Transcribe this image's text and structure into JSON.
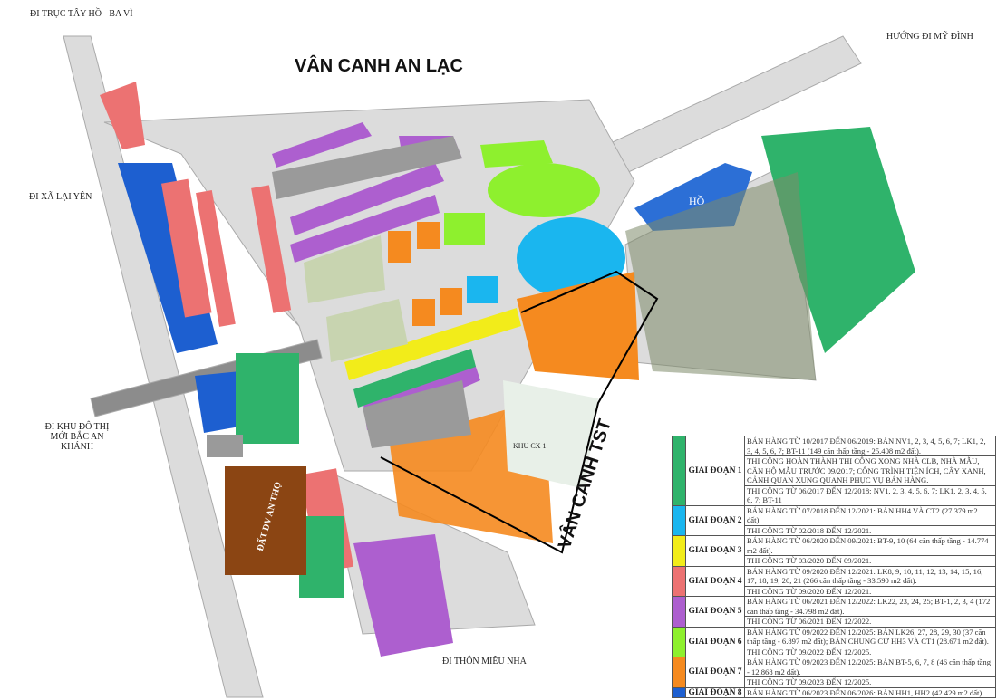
{
  "map_labels": {
    "road_north_west": "ĐI TRỤC TÂY HỒ - BA VÌ",
    "road_north_east": "HƯỚNG ĐI MỸ ĐÌNH",
    "area_north": "VÂN CANH AN LẠC",
    "road_west": "ĐI XÃ LẠI YÊN",
    "road_southwest": "ĐI KHU ĐÔ THỊ MỚI BẮC AN KHÁNH",
    "area_south": "VÂN CANH TST",
    "service_land": "ĐẤT DV AN THỌ",
    "road_south": "ĐI THÔN MIÊU NHA",
    "lake": "HỒ",
    "park": "KHU CX 1"
  },
  "colors": {
    "phase1": "#2fb36b",
    "phase2": "#1ab6ef",
    "phase3": "#f2ec1a",
    "phase4": "#ec7272",
    "phase5": "#ad5fcf",
    "phase6": "#8ef02e",
    "phase7": "#f58a1f",
    "phase8": "#1d5fd0",
    "road": "#d9d9d9",
    "grey_block": "#8a8a8a",
    "service": "#8b4513"
  },
  "legend": [
    {
      "phase": "GIAI ĐOẠN 1",
      "color": "#2fb36b",
      "rows": [
        "BÁN HÀNG TỪ 10/2017 ĐẾN 06/2019: BÁN NV1, 2, 3, 4, 5, 6, 7; LK1, 2, 3, 4, 5, 6, 7; BT-11 (149 căn thấp tầng - 25.408 m2 đất).",
        "THI CÔNG HOÀN THÀNH THI CÔNG XONG NHÀ CLB, NHÀ MẪU, CĂN HỘ MẪU TRƯỚC 09/2017; CÔNG TRÌNH TIỆN ÍCH, CÂY XANH, CẢNH QUAN XUNG QUANH PHỤC VỤ BÁN HÀNG.",
        "THI CÔNG TỪ 06/2017 ĐẾN 12/2018: NV1, 2, 3, 4, 5, 6, 7; LK1, 2, 3, 4, 5, 6, 7; BT-11"
      ]
    },
    {
      "phase": "GIAI ĐOẠN 2",
      "color": "#1ab6ef",
      "rows": [
        "BÁN HÀNG TỪ 07/2018 ĐẾN 12/2021: BÁN HH4 VÀ CT2 (27.379 m2 đất).",
        "THI CÔNG TỪ 02/2018 ĐẾN 12/2021."
      ]
    },
    {
      "phase": "GIAI ĐOẠN 3",
      "color": "#f2ec1a",
      "rows": [
        "BÁN HÀNG TỪ 06/2020 ĐẾN 09/2021: BT-9, 10 (64 căn thấp tầng - 14.774 m2 đất).",
        "THI CÔNG TỪ 03/2020 ĐẾN 09/2021."
      ]
    },
    {
      "phase": "GIAI ĐOẠN 4",
      "color": "#ec7272",
      "rows": [
        "BÁN HÀNG TỪ 09/2020 ĐẾN 12/2021: LK8, 9, 10, 11, 12, 13, 14, 15, 16, 17, 18, 19, 20, 21 (266 căn thấp tầng - 33.590 m2 đất).",
        "THI CÔNG TỪ 09/2020 ĐẾN 12/2021."
      ]
    },
    {
      "phase": "GIAI ĐOẠN 5",
      "color": "#ad5fcf",
      "rows": [
        "BÁN HÀNG TỪ 06/2021 ĐẾN 12/2022: LK22, 23, 24, 25; BT-1, 2, 3, 4 (172 căn thấp tầng - 34.798 m2 đất).",
        "THI CÔNG TỪ 06/2021 ĐẾN 12/2022."
      ]
    },
    {
      "phase": "GIAI ĐOẠN 6",
      "color": "#8ef02e",
      "rows": [
        "BÁN HÀNG TỪ 09/2022 ĐẾN 12/2025: BÁN LK26, 27, 28, 29, 30 (37 căn thấp tầng - 6.897 m2 đất); BÁN CHUNG CƯ HH3 VÀ CT1 (28.671 m2 đất).",
        "THI CÔNG TỪ 09/2022 ĐẾN 12/2025."
      ]
    },
    {
      "phase": "GIAI ĐOẠN 7",
      "color": "#f58a1f",
      "rows": [
        "BÁN HÀNG TỪ 09/2023 ĐẾN 12/2025: BÁN BT-5, 6, 7, 8 (46 căn thấp tầng - 12.868 m2 đất).",
        "THI CÔNG TỪ 09/2023 ĐẾN 12/2025."
      ]
    },
    {
      "phase": "GIAI ĐOẠN 8",
      "color": "#1d5fd0",
      "rows": [
        "BÁN HÀNG TỪ 06/2023 ĐẾN 06/2026: BÁN HH1, HH2 (42.429 m2 đất)."
      ]
    }
  ]
}
